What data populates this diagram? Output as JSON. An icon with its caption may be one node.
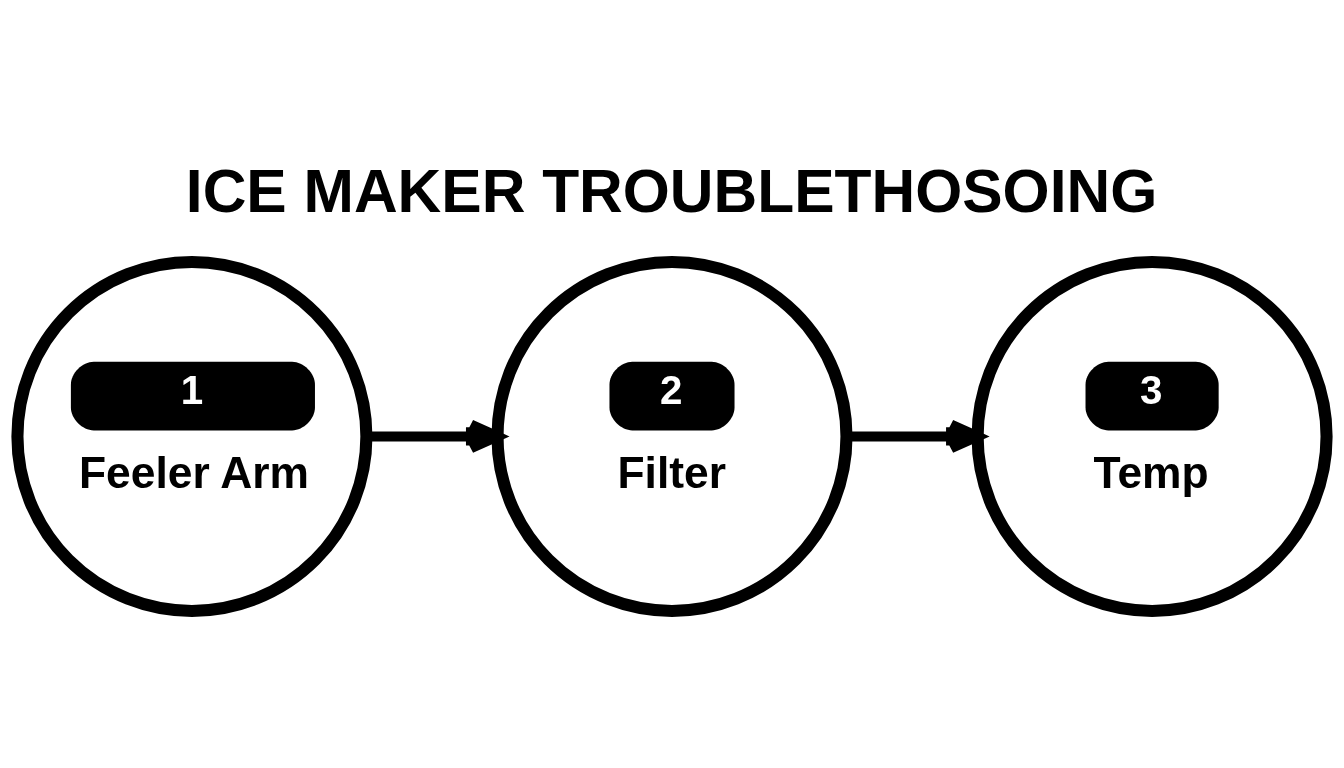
{
  "diagram": {
    "title": "ICE MAKER TROUBLETHOSOING",
    "nodes": [
      {
        "text": [
          "1",
          "Feeler Arm"
        ]
      },
      {
        "text": [
          "2",
          "Filter"
        ]
      },
      {
        "text": [
          "3",
          "Temp"
        ]
      }
    ],
    "edges": [
      {
        "from": 0,
        "to": 1,
        "arrow": "to"
      },
      {
        "from": 1,
        "to": 2,
        "arrow": "to"
      }
    ]
  }
}
